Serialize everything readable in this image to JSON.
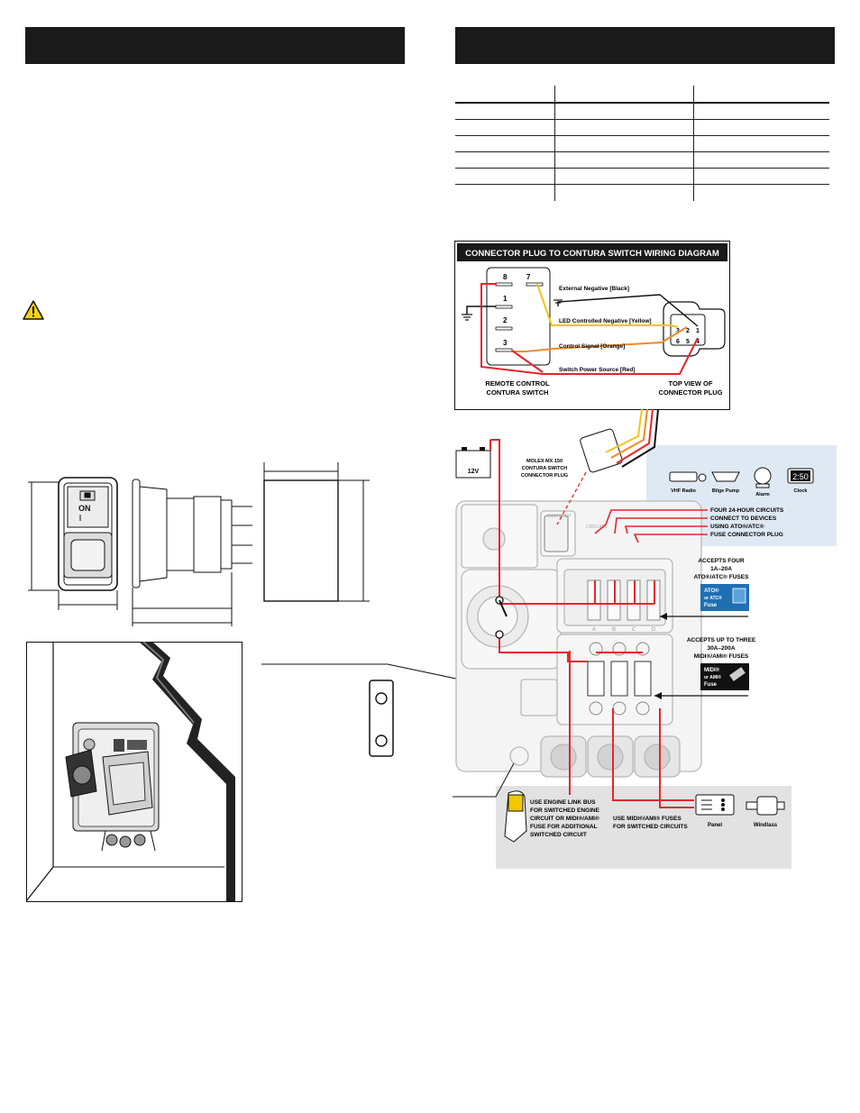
{
  "wiring_diagram": {
    "title": "CONNECTOR PLUG TO CONTURA SWITCH WIRING DIAGRAM",
    "pins": [
      "8",
      "7",
      "1",
      "2",
      "3"
    ],
    "wires": {
      "black": "External Negative [Black]",
      "yellow": "LED Controlled Negative [Yellow]",
      "orange": "Control Signal [Orange]",
      "red": "Switch Power Source [Red]"
    },
    "switch_label": [
      "REMOTE CONTROL",
      "CONTURA SWITCH"
    ],
    "plug_label": [
      "TOP VIEW OF",
      "CONNECTOR PLUG"
    ],
    "plug_pins": [
      "3",
      "2",
      "1",
      "6",
      "5",
      "4"
    ]
  },
  "system": {
    "battery_label": "12V",
    "molex_label": [
      "MOLEX MX 150",
      "CONTURA SWITCH",
      "CONNECTOR PLUG"
    ],
    "devices": [
      "VHF Radio",
      "Bilge Pump",
      "Alarm",
      "Clock"
    ],
    "clock_display": "2:50",
    "circuits_note": [
      "FOUR 24-HOUR CIRCUITS",
      "CONNECT TO DEVICES",
      "USING ATO®/ATC®",
      "FUSE CONNECTOR PLUG"
    ],
    "ato_note": [
      "ACCEPTS FOUR",
      "1A–20A",
      "ATO®/ATC® FUSES"
    ],
    "ato_badge": [
      "ATO®",
      "or ATC®",
      "Fuse"
    ],
    "midi_note": [
      "ACCEPTS UP TO THREE",
      "30A–200A",
      "MIDI®/AMI® FUSES"
    ],
    "midi_badge": [
      "MIDI®",
      "or AMI®",
      "Fuse"
    ],
    "fuse_letters": [
      "A",
      "B",
      "C",
      "D"
    ],
    "bottom_left_note": [
      "USE ENGINE LINK BUS",
      "FOR SWITCHED ENGINE",
      "CIRCUIT OR MIDI®/AMI®",
      "FUSE FOR ADDITIONAL",
      "SWITCHED CIRCUIT"
    ],
    "bottom_mid_note": [
      "USE MIDI®/AMI® FUSES",
      "FOR SWITCHED CIRCUITS"
    ],
    "bottom_devices": [
      "Panel",
      "Windlass"
    ],
    "embossed": [
      "SWITCHED",
      "CIRCUITS"
    ]
  },
  "switch_face": {
    "on_label": "ON"
  },
  "colors": {
    "red": "#e3262c",
    "yellow": "#f2c418",
    "orange": "#f08a24",
    "black": "#1a1a1a",
    "blue_panel": "#dfe9f4",
    "gray_panel": "#e2e2e2",
    "badge_blue": "#1f6fb3"
  }
}
